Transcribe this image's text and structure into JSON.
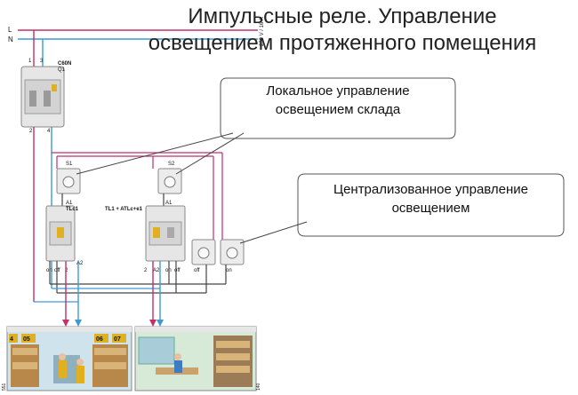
{
  "title": {
    "line1": "Импульсные реле. Управление",
    "line2": "освещением протяженного помещения"
  },
  "callouts": {
    "local": {
      "line1": "Локальное управление",
      "line2": "освещением склада"
    },
    "central": {
      "line1": "Централизованное управление",
      "line2": "освещением"
    }
  },
  "bus_labels": {
    "L": "L",
    "N": "N",
    "rating": "230 V / 16 A"
  },
  "breaker": {
    "model": "C60N",
    "ref": "Q1",
    "term_top_left": "1",
    "term_top_right": "3",
    "term_bot_left": "2",
    "term_bot_right": "4"
  },
  "switches": {
    "s1": "S1",
    "s2": "S2"
  },
  "relays": {
    "r1": {
      "model": "TLc1",
      "a1": "A1",
      "a2": "A2",
      "t_on": "on",
      "t_off": "off",
      "t2": "2"
    },
    "r2": {
      "model": "TL1 + ATLc+e1",
      "a1": "A1",
      "a2": "A2",
      "t_on": "on",
      "t_off": "off",
      "t2": "2"
    }
  },
  "central_buttons": {
    "off": "off",
    "on": "on"
  },
  "warehouse": {
    "bins": [
      "4",
      "05",
      "06",
      "07"
    ],
    "left_code": "551",
    "right_code": "140"
  },
  "colors": {
    "phase": "#c0306b",
    "neutral": "#3f9ad3",
    "control": "#444444",
    "accent": "#e0b020"
  }
}
